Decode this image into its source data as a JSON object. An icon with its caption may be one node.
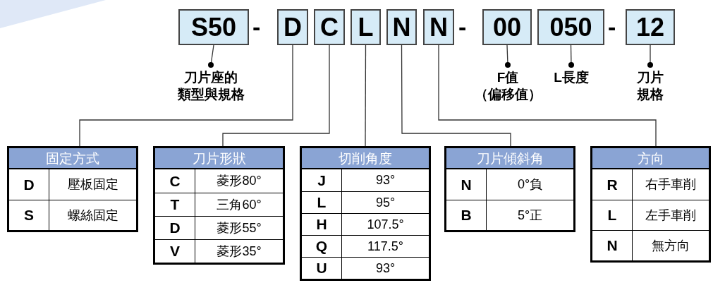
{
  "diagram": {
    "nodes": [
      {
        "text": [
          "S50"
        ]
      },
      {
        "text": [
          "D"
        ]
      },
      {
        "text": [
          "C"
        ]
      },
      {
        "text": [
          "L"
        ]
      },
      {
        "text": [
          "N"
        ]
      },
      {
        "text": [
          "N"
        ]
      },
      {
        "text": [
          "00"
        ]
      },
      {
        "text": [
          "050"
        ]
      },
      {
        "text": [
          "12"
        ]
      },
      {
        "text": [
          "刀片座的",
          "類型與規格"
        ]
      },
      {
        "text": [
          "F值",
          "（偏移值）"
        ]
      },
      {
        "text": [
          "L長度"
        ]
      },
      {
        "text": [
          "刀片規格"
        ]
      },
      {
        "text": [
          "固定方式",
          "D",
          "壓板固定",
          "S",
          "螺絲固定"
        ]
      },
      {
        "text": [
          "刀片形狀",
          "C",
          "菱形80°",
          "T",
          "三角60°",
          "D",
          "菱形55°",
          "V",
          "菱形35°"
        ]
      },
      {
        "text": [
          "切削角度",
          "J",
          "93°",
          "L",
          "95°",
          "H",
          "107.5°",
          "Q",
          "117.5°",
          "U",
          "93°"
        ]
      },
      {
        "text": [
          "刀片傾斜角",
          "N",
          "0°負",
          "B",
          "5°正"
        ]
      },
      {
        "text": [
          "方向",
          "R",
          "右手車削",
          "L",
          "左手車削",
          "N",
          "無方向"
        ]
      }
    ],
    "edges": [
      {
        "from": 0,
        "to": 9,
        "arrow": "other"
      },
      {
        "from": 6,
        "to": 10,
        "arrow": "other"
      },
      {
        "from": 7,
        "to": 11,
        "arrow": "other"
      },
      {
        "from": 8,
        "to": 12,
        "arrow": "other"
      },
      {
        "from": 1,
        "to": 13,
        "arrow": "none"
      },
      {
        "from": 2,
        "to": 14,
        "arrow": "none"
      },
      {
        "from": 3,
        "to": 15,
        "arrow": "none"
      },
      {
        "from": 4,
        "to": 16,
        "arrow": "none"
      },
      {
        "from": 5,
        "to": 17,
        "arrow": "none"
      }
    ],
    "labels": [
      "-",
      "-",
      "-"
    ]
  }
}
